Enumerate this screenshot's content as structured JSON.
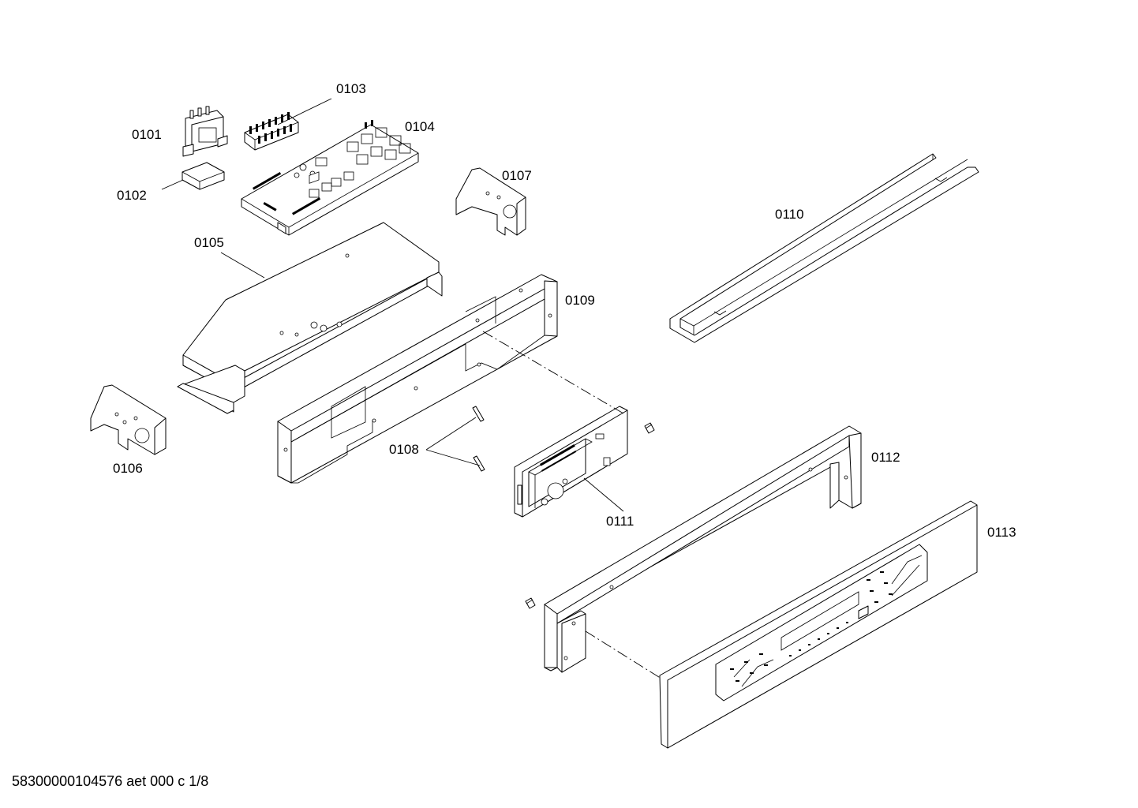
{
  "drawing": {
    "footer": "58300000104576 aet 000 c 1/8",
    "parts": [
      {
        "id": "0101"
      },
      {
        "id": "0102"
      },
      {
        "id": "0103"
      },
      {
        "id": "0104"
      },
      {
        "id": "0105"
      },
      {
        "id": "0106"
      },
      {
        "id": "0107"
      },
      {
        "id": "0108"
      },
      {
        "id": "0109"
      },
      {
        "id": "0110"
      },
      {
        "id": "0111"
      },
      {
        "id": "0112"
      },
      {
        "id": "0113"
      }
    ]
  }
}
